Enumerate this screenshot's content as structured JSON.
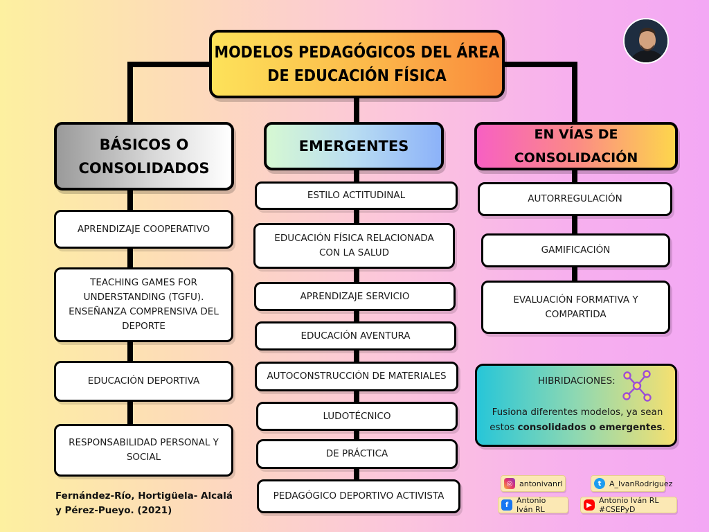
{
  "title": "MODELOS PEDAGÓGICOS DEL ÁREA\nDE EDUCACIÓN FÍSICA",
  "columns": {
    "basicos": {
      "header": "BÁSICOS O\nCONSOLIDADOS",
      "items": [
        "APRENDIZAJE COOPERATIVO",
        "TEACHING GAMES FOR\nUNDERSTANDING (TGFU).\nENSEÑANZA COMPRENSIVA DEL\nDEPORTE",
        "EDUCACIÓN DEPORTIVA",
        "RESPONSABILIDAD PERSONAL Y\nSOCIAL"
      ]
    },
    "emergentes": {
      "header": "EMERGENTES",
      "items": [
        "ESTILO ACTITUDINAL",
        "EDUCACIÓN FÍSICA RELACIONADA\nCON LA SALUD",
        "APRENDIZAJE SERVICIO",
        "EDUCACIÓN AVENTURA",
        "AUTOCONSTRUCCIÓN DE MATERIALES",
        "LUDOTÉCNICO",
        "DE PRÁCTICA",
        "PEDAGÓGICO DEPORTIVO ACTIVISTA"
      ]
    },
    "vias": {
      "header": "EN VÍAS DE CONSOLIDACIÓN",
      "items": [
        "AUTORREGULACIÓN",
        "GAMIFICACIÓN",
        "EVALUACIÓN FORMATIVA Y\nCOMPARTIDA"
      ]
    }
  },
  "hibridaciones": {
    "title": "HIBRIDACIONES:",
    "text_before": "Fusiona diferentes modelos, ya sean estos ",
    "text_bold": "consolidados o emergentes",
    "text_after": ".",
    "icon": "network-nodes-icon"
  },
  "citation": "Fernández-Río, Hortigüela- Alcalá\ny Pérez-Pueyo. (2021)",
  "social": {
    "instagram": "antonivanrl",
    "twitter": "A_IvanRodriguez",
    "facebook": "Antonio Iván RL",
    "youtube": "Antonio Iván RL #CSEPyD"
  },
  "colors": {
    "title_gradient": [
      "#fde25a",
      "#f98a3c"
    ],
    "basicos_gradient": [
      "#9a9a9a",
      "#ffffff"
    ],
    "emergentes_gradient": [
      "#d6f8d2",
      "#8cb2f9"
    ],
    "vias_gradient": [
      "#f760c2",
      "#fdd64c"
    ],
    "hibridaciones_gradient": [
      "#27c6d8",
      "#f5e070"
    ],
    "accent_purple": "#9b4fd6"
  }
}
